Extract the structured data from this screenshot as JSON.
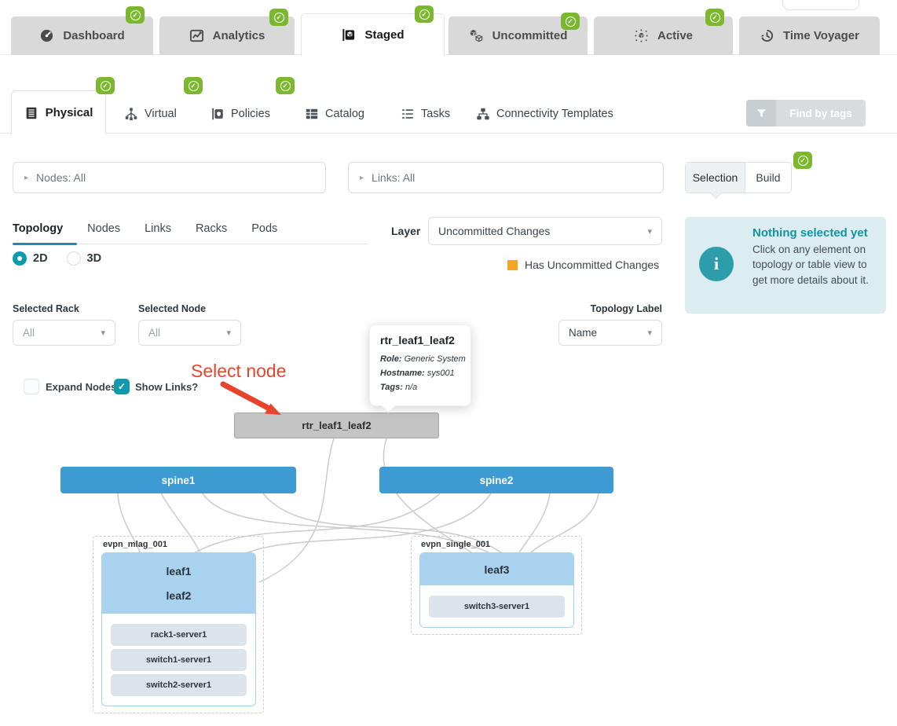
{
  "icons": {
    "check": "✓",
    "caret_down": "▾",
    "expander": "▸",
    "info_glyph": "i"
  },
  "colors": {
    "accent_teal": "#1293a3",
    "badge_green": "#7cb82f",
    "spine_blue": "#3d9ad3",
    "leaf_blue": "#a9d2ef",
    "server_gray": "#dce3ea",
    "node_gray": "#c4c4c4",
    "legend_orange": "#f5a623",
    "annotation_red": "#e8432b",
    "info_panel_bg": "#dcedf2"
  },
  "top_tabs": [
    {
      "label": "Dashboard",
      "icon": "dashboard-icon",
      "badge": true,
      "active": false
    },
    {
      "label": "Analytics",
      "icon": "analytics-icon",
      "badge": true,
      "active": false
    },
    {
      "label": "Staged",
      "icon": "staged-icon",
      "badge": true,
      "active": true
    },
    {
      "label": "Uncommitted",
      "icon": "uncommitted-icon",
      "badge": true,
      "active": false
    },
    {
      "label": "Active",
      "icon": "active-icon",
      "badge": true,
      "active": false
    },
    {
      "label": "Time Voyager",
      "icon": "time-voyager-icon",
      "badge": false,
      "active": false
    }
  ],
  "section_tabs": [
    {
      "label": "Physical",
      "icon": "physical-icon",
      "badge": true,
      "active": true
    },
    {
      "label": "Virtual",
      "icon": "virtual-icon",
      "badge": true,
      "active": false
    },
    {
      "label": "Policies",
      "icon": "policies-icon",
      "badge": true,
      "active": false
    },
    {
      "label": "Catalog",
      "icon": "catalog-icon",
      "badge": false,
      "active": false
    },
    {
      "label": "Tasks",
      "icon": "tasks-icon",
      "badge": false,
      "active": false
    },
    {
      "label": "Connectivity Templates",
      "icon": "connectivity-templates-icon",
      "badge": false,
      "active": false
    }
  ],
  "toolbar": {
    "find_by_tags": "Find by tags"
  },
  "filters": {
    "nodes": "Nodes: All",
    "links": "Links: All"
  },
  "side_tabs": {
    "selection": "Selection",
    "build": "Build"
  },
  "view_tabs": [
    {
      "label": "Topology",
      "active": true
    },
    {
      "label": "Nodes",
      "active": false
    },
    {
      "label": "Links",
      "active": false
    },
    {
      "label": "Racks",
      "active": false
    },
    {
      "label": "Pods",
      "active": false
    }
  ],
  "view_mode": {
    "d2": "2D",
    "d3": "3D",
    "selected": "2D"
  },
  "layer": {
    "label": "Layer",
    "value": "Uncommitted Changes",
    "legend": "Has Uncommitted Changes"
  },
  "info_panel": {
    "title": "Nothing selected yet",
    "body": "Click on any element on topology or table view to get more details about it."
  },
  "selectors": {
    "rack_label": "Selected Rack",
    "rack_value": "All",
    "node_label": "Selected Node",
    "node_value": "All",
    "topology_label": "Topology Label",
    "topology_value": "Name"
  },
  "toggles": {
    "expand_label": "Expand Nodes?",
    "expand_checked": false,
    "links_label": "Show Links?",
    "links_checked": true
  },
  "annotation": {
    "text": "Select node"
  },
  "tooltip": {
    "title": "rtr_leaf1_leaf2",
    "role_label": "Role:",
    "role_value": "Generic System",
    "hostname_label": "Hostname:",
    "hostname_value": "sys001",
    "tags_label": "Tags:",
    "tags_value": "n/a"
  },
  "topology": {
    "generic_node": "rtr_leaf1_leaf2",
    "spines": [
      "spine1",
      "spine2"
    ],
    "racks": [
      {
        "name": "evpn_mlag_001",
        "leaves": [
          "leaf1",
          "leaf2"
        ],
        "servers": [
          "rack1-server1",
          "switch1-server1",
          "switch2-server1"
        ]
      },
      {
        "name": "evpn_single_001",
        "leaves": [
          "leaf3"
        ],
        "servers": [
          "switch3-server1"
        ]
      }
    ]
  }
}
